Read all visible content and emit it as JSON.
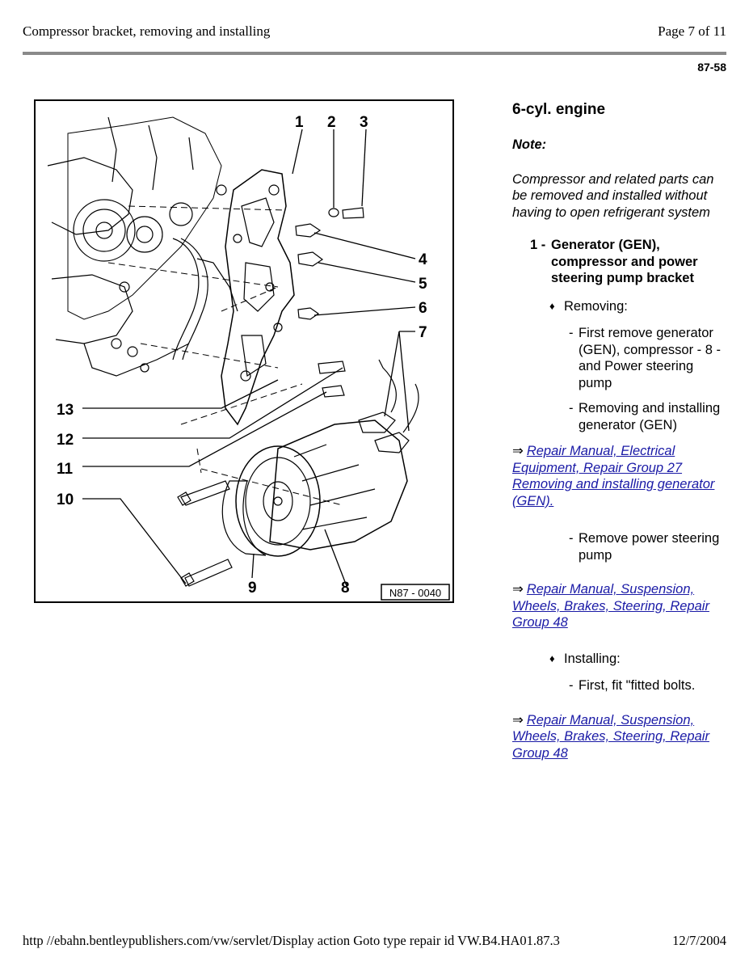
{
  "header": {
    "title": "Compressor bracket, removing and installing",
    "page": "Page 7 of 11",
    "code": "87-58"
  },
  "figure": {
    "callouts": [
      "1",
      "2",
      "3",
      "4",
      "5",
      "6",
      "7",
      "8",
      "9",
      "10",
      "11",
      "12",
      "13"
    ],
    "figure_id": "N87 - 0040"
  },
  "content": {
    "section_title": "6-cyl. engine",
    "note_label": "Note:",
    "note_text": "Compressor and related parts can be removed and installed without having to open refrigerant system",
    "item1_num": "1 -",
    "item1_text": "Generator (GEN), compressor and power steering pump bracket",
    "removing_label": "Removing:",
    "removing_step1": "First remove generator (GEN), compressor - 8 - and Power steering pump",
    "removing_step2": "Removing and installing generator (GEN)",
    "link1": "Repair Manual, Electrical Equipment, Repair Group 27 Removing and installing generator (GEN).",
    "removing_step3": "Remove power steering pump",
    "link2": "Repair Manual, Suspension, Wheels, Brakes, Steering, Repair Group 48",
    "installing_label": "Installing:",
    "installing_step1": "First, fit \"fitted bolts.",
    "link3": "Repair Manual, Suspension, Wheels, Brakes, Steering, Repair Group 48",
    "arrow_symbol": "⇒",
    "bullet_symbol": "♦",
    "dash_symbol": "-"
  },
  "footer": {
    "url": "http //ebahn.bentleypublishers.com/vw/servlet/Display action Goto  type repair  id VW.B4.HA01.87.3",
    "date": "12/7/2004"
  }
}
